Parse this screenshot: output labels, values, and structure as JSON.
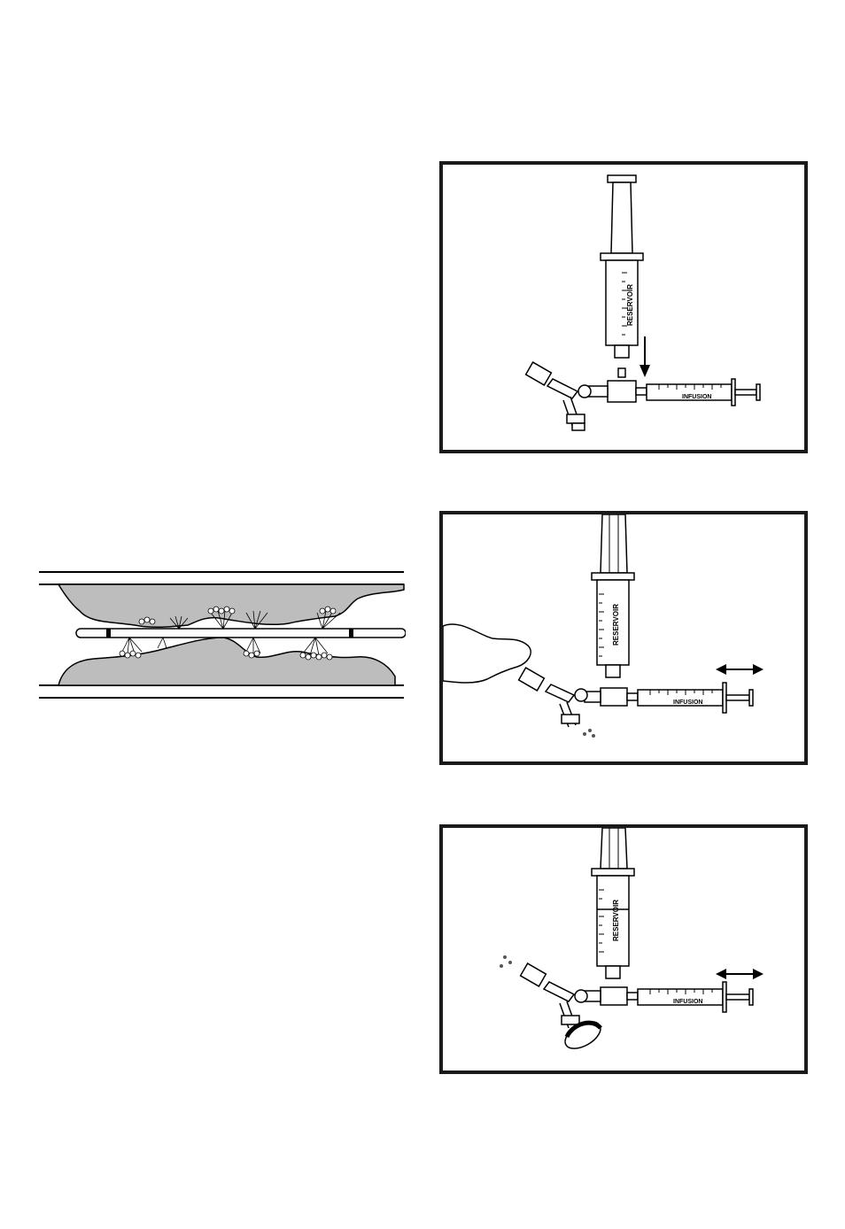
{
  "figures": [
    {
      "id": "panel-1",
      "reservoir_label": "RESERVOIR",
      "infusion_label": "INFUSION",
      "arrow": "down-arrow"
    },
    {
      "id": "panel-2",
      "reservoir_label": "RESERVOIR",
      "infusion_label": "INFUSION",
      "arrow": "double-arrow"
    },
    {
      "id": "panel-3",
      "reservoir_label": "RESERVOIR",
      "infusion_label": "INFUSION",
      "arrow": "double-arrow"
    }
  ],
  "cross_section": {
    "icon": "catheter-in-vessel-illustration"
  }
}
